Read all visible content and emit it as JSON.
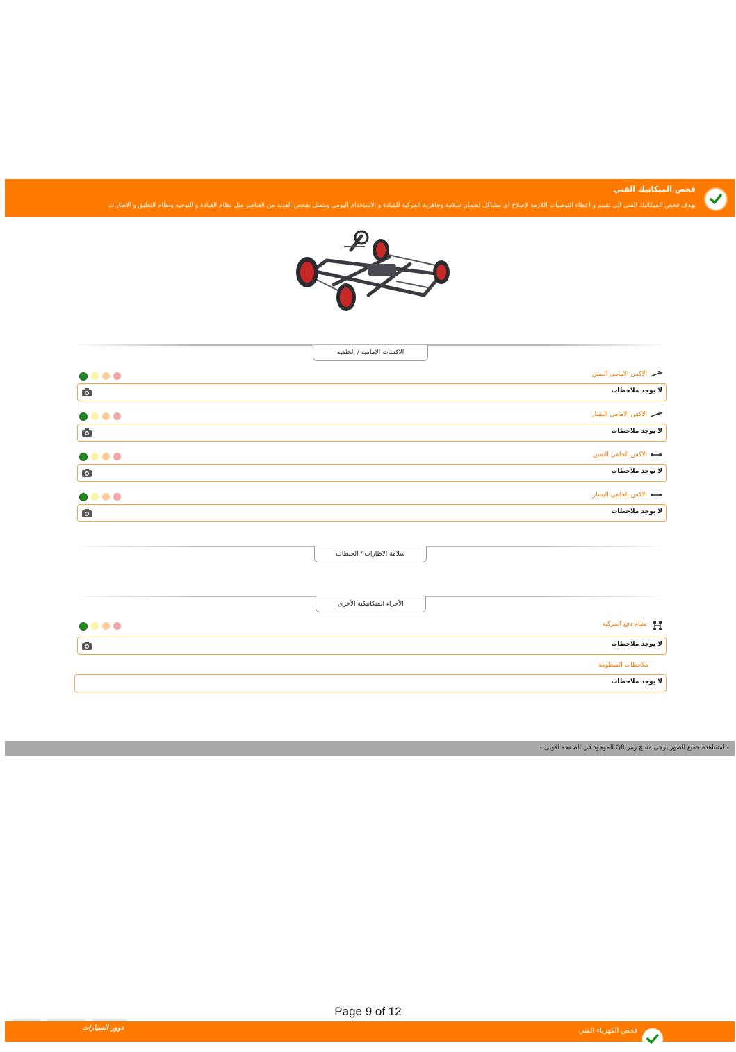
{
  "header": {
    "title": "فحص الميكانيك الفني",
    "description": "يهدف فحص الميكانيك الفني الى تقييم و اعطاء التوصيات اللازمة لإصلاح أي مشاكل لضمان سلامة وجاهزية المركبة للقيادة و الاستخدام اليومي ويتمثل بفحص العديد من العناصر مثل نظام القيادة و التوجيه ونظام التعليق و الاطارات",
    "status_icon": "check-circle-icon",
    "color": "#ff7a00"
  },
  "sections": [
    {
      "title": "الاكسات الامامية / الخلفية",
      "items": [
        {
          "label": "الاكس الامامي اليمين",
          "icon": "front-axle-icon",
          "note": "لا يوجد ملاحظات",
          "status": "green"
        },
        {
          "label": "الاكس الامامي اليسار",
          "icon": "front-axle-icon",
          "note": "لا يوجد ملاحظات",
          "status": "green"
        },
        {
          "label": "الاكس الخلفي اليمين",
          "icon": "rear-axle-icon",
          "note": "لا يوجد ملاحظات",
          "status": "green"
        },
        {
          "label": "الاكس الخلفي اليسار",
          "icon": "rear-axle-icon",
          "note": "لا يوجد ملاحظات",
          "status": "green"
        }
      ]
    },
    {
      "title": "سلامة الاطارات / الجنطات",
      "items": []
    },
    {
      "title": "الأجزاء الميكانيكية الأخرى",
      "items": [
        {
          "label": "نظام دفع المركبة",
          "icon": "drivetrain-icon",
          "note": "لا يوجد ملاحظات",
          "status": "green"
        }
      ]
    }
  ],
  "system_notes": {
    "label": "ملاحظات المنظومة",
    "value": "لا يوجد ملاحظات"
  },
  "footer_note": "- لمشاهدة جميع الصور يرجى مسح رمز QR الموجود في الصفحة الاولى -",
  "page_number": "Page 9 of 12",
  "next_section": {
    "title": "فحص الكهرباء الفني",
    "logo_text": "دوور السيارات"
  }
}
